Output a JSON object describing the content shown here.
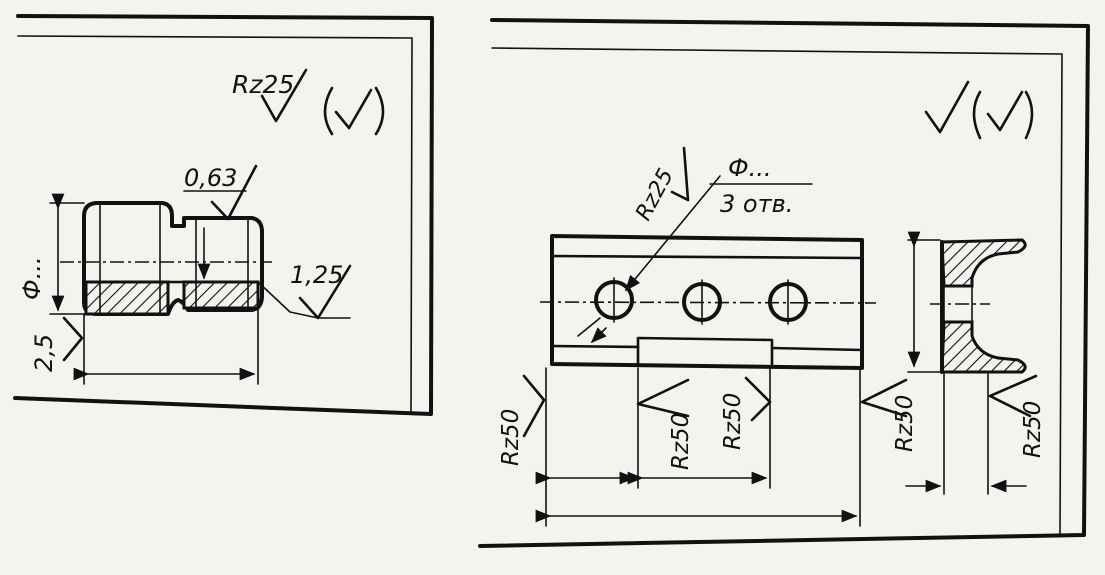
{
  "left_drawing": {
    "general_roughness": "Rz25",
    "roughness_0_63": "0,63",
    "roughness_1_25": "1,25",
    "roughness_2_5": "2,5",
    "diameter_label": "Ф..."
  },
  "right_drawing": {
    "hole_roughness": "Rz25",
    "hole_diameter": "Ф...",
    "hole_count": "3 отв.",
    "rz50_left": "Rz50",
    "rz50_mid_a": "Rz50",
    "rz50_mid_b": "Rz50",
    "rz50_right": "Rz50",
    "rz50_section": "Rz50"
  }
}
